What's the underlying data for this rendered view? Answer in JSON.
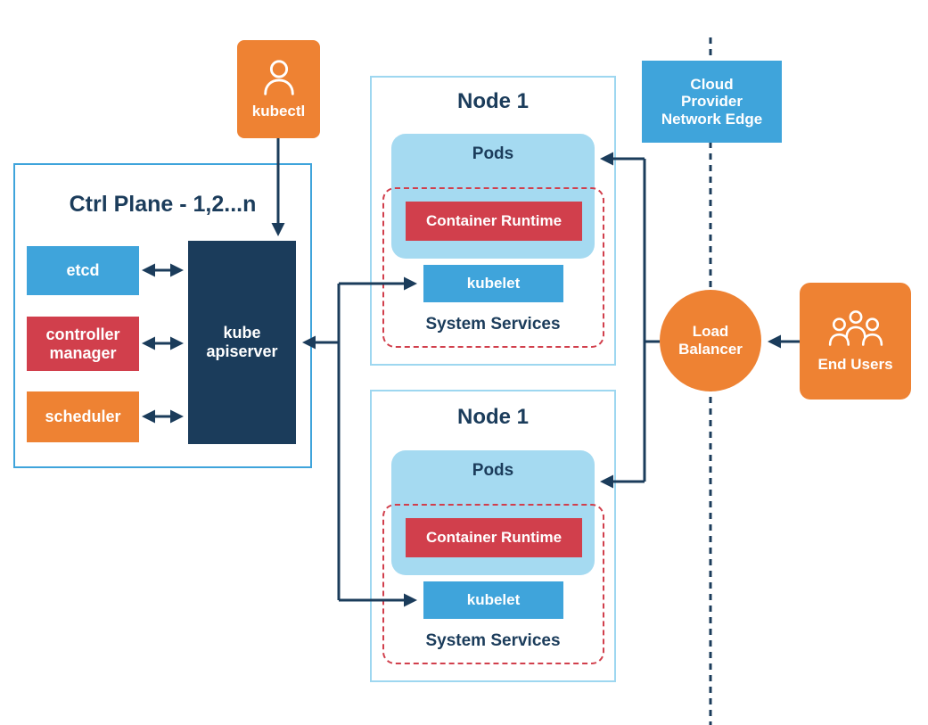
{
  "colors": {
    "orange": "#EE8233",
    "blue": "#3FA4DB",
    "light_blue": "#A5DAF1",
    "red": "#D13F4C",
    "navy": "#1B3C5B"
  },
  "kubectl": {
    "label": "kubectl"
  },
  "control_plane": {
    "title": "Ctrl Plane - 1,2...n",
    "etcd_label": "etcd",
    "controller_manager_label": "controller manager",
    "scheduler_label": "scheduler",
    "apiserver_label": "kube apiserver"
  },
  "node_top": {
    "title": "Node 1",
    "pods_label": "Pods",
    "container_runtime_label": "Container Runtime",
    "kubelet_label": "kubelet",
    "system_services_label": "System Services"
  },
  "node_bottom": {
    "title": "Node 1",
    "pods_label": "Pods",
    "container_runtime_label": "Container Runtime",
    "kubelet_label": "kubelet",
    "system_services_label": "System Services"
  },
  "cloud_edge": {
    "line1": "Cloud",
    "line2": "Provider",
    "line3": "Network Edge"
  },
  "load_balancer": {
    "label": "Load Balancer"
  },
  "end_users": {
    "label": "End Users"
  }
}
